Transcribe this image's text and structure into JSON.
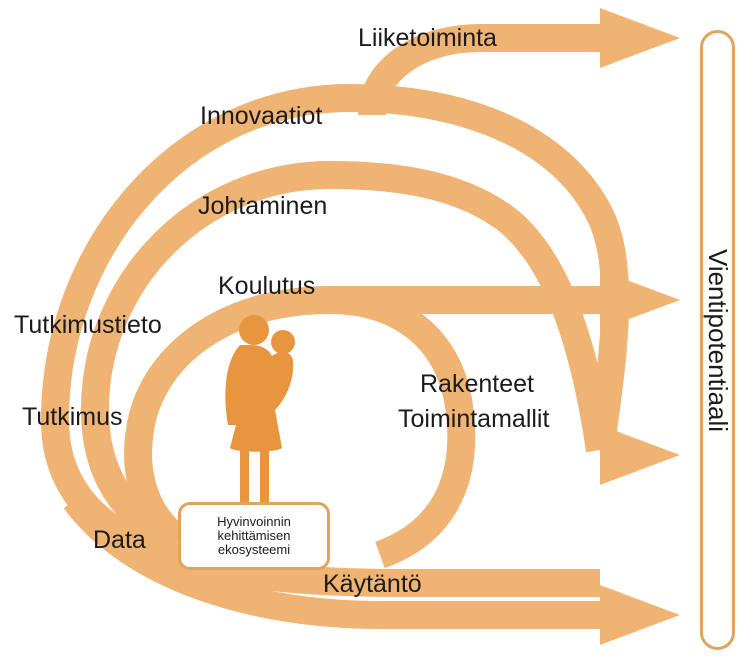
{
  "colors": {
    "arrow": "#efb374",
    "figure": "#e8953f",
    "box_border": "#e0a45c"
  },
  "icons": {
    "center_figure": "mother-with-child-silhouette-icon"
  },
  "labels": {
    "liiketoiminta": "Liiketoiminta",
    "innovaatiot": "Innovaatiot",
    "johtaminen": "Johtaminen",
    "koulutus": "Koulutus",
    "tutkimustieto": "Tutkimustieto",
    "tutkimus": "Tutkimus",
    "rakenteet": "Rakenteet",
    "toimintamallit": "Toimintamallit",
    "data": "Data",
    "kaytanto": "Käytäntö"
  },
  "center_box": {
    "line1": "Hyvinvoinnin",
    "line2": "kehittämisen",
    "line3": "ekosysteemi"
  },
  "export": {
    "label": "Vientipotentiaali"
  }
}
